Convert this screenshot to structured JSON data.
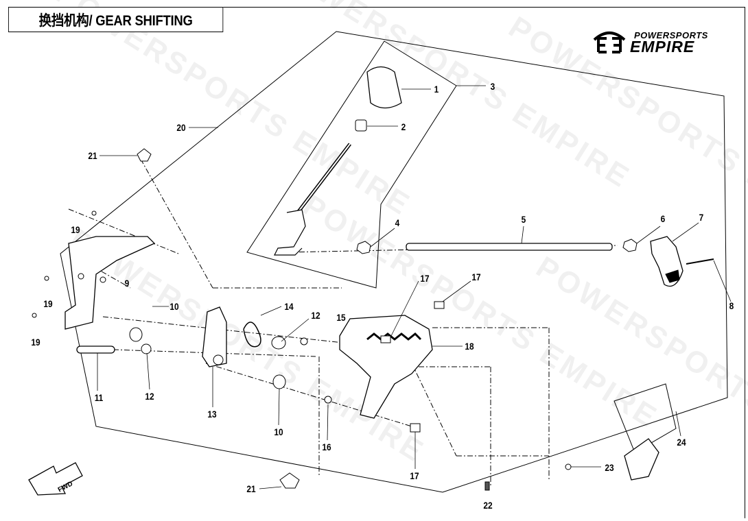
{
  "header": {
    "title": "换挡机构/ GEAR SHIFTING"
  },
  "logo": {
    "line1": "POWERSPORTS",
    "line2": "EMPIRE"
  },
  "watermark": "POWERSPORTS EMPIRE",
  "direction_label": "FWD",
  "callouts": [
    "1",
    "2",
    "3",
    "20",
    "21",
    "19",
    "19",
    "19",
    "9",
    "10",
    "14",
    "12",
    "15",
    "17",
    "17",
    "18",
    "4",
    "5",
    "6",
    "7",
    "8",
    "11",
    "12",
    "13",
    "10",
    "16",
    "17",
    "21",
    "22",
    "23",
    "24"
  ]
}
